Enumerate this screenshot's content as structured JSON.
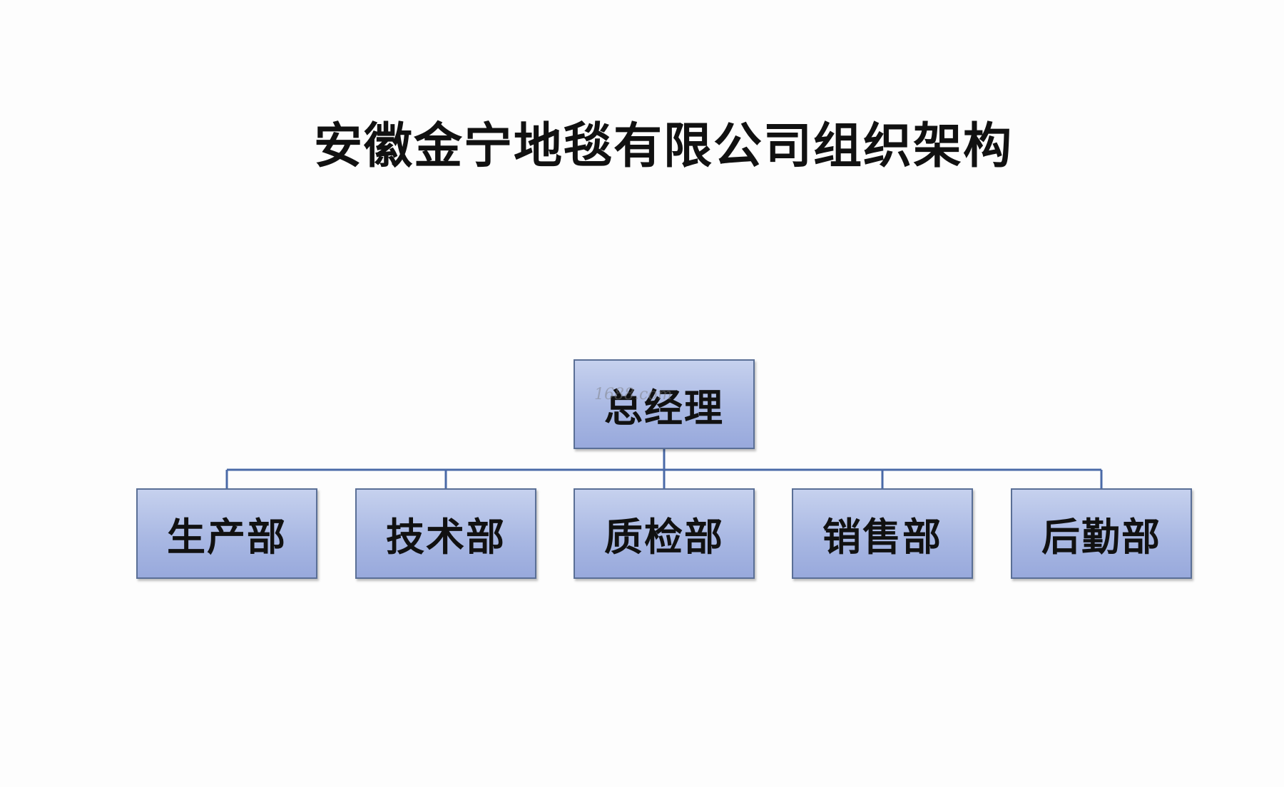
{
  "title": "安徽金宁地毯有限公司组织架构",
  "root": {
    "label": "总经理"
  },
  "departments": [
    {
      "label": "生产部"
    },
    {
      "label": "技术部"
    },
    {
      "label": "质检部"
    },
    {
      "label": "销售部"
    },
    {
      "label": "后勤部"
    }
  ],
  "watermark": "1688.com",
  "colors": {
    "node_fill": "#a9b8e3",
    "node_border": "#5a6f96",
    "connector": "#4a6aa8"
  }
}
